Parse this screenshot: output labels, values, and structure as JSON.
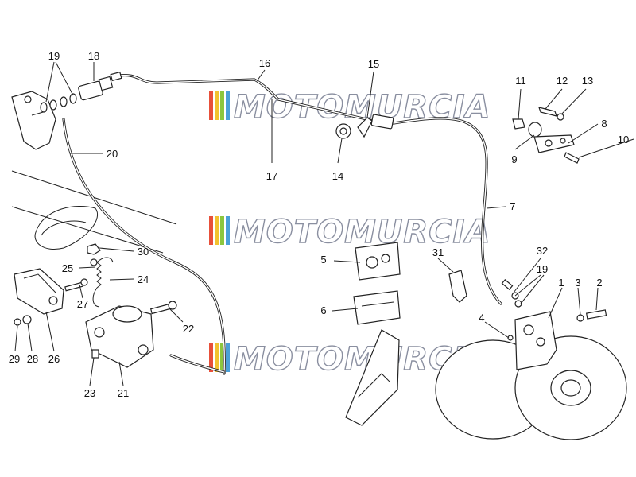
{
  "watermark": {
    "text": "MOTOMURCIA",
    "stripe_colors": [
      "#e8503a",
      "#f2c230",
      "#8cc63e",
      "#4aa0d8"
    ]
  },
  "callouts": [
    {
      "id": "p1",
      "label": "1"
    },
    {
      "id": "p2",
      "label": "2"
    },
    {
      "id": "p3",
      "label": "3"
    },
    {
      "id": "p4",
      "label": "4"
    },
    {
      "id": "p5",
      "label": "5"
    },
    {
      "id": "p6",
      "label": "6"
    },
    {
      "id": "p7",
      "label": "7"
    },
    {
      "id": "p8",
      "label": "8"
    },
    {
      "id": "p9",
      "label": "9"
    },
    {
      "id": "p10",
      "label": "10"
    },
    {
      "id": "p11",
      "label": "11"
    },
    {
      "id": "p12",
      "label": "12"
    },
    {
      "id": "p13",
      "label": "13"
    },
    {
      "id": "p14",
      "label": "14"
    },
    {
      "id": "p15",
      "label": "15"
    },
    {
      "id": "p16",
      "label": "16"
    },
    {
      "id": "p17",
      "label": "17"
    },
    {
      "id": "p18",
      "label": "18"
    },
    {
      "id": "p19a",
      "label": "19"
    },
    {
      "id": "p19b",
      "label": "19"
    },
    {
      "id": "p20",
      "label": "20"
    },
    {
      "id": "p21",
      "label": "21"
    },
    {
      "id": "p22",
      "label": "22"
    },
    {
      "id": "p23",
      "label": "23"
    },
    {
      "id": "p24",
      "label": "24"
    },
    {
      "id": "p25",
      "label": "25"
    },
    {
      "id": "p26",
      "label": "26"
    },
    {
      "id": "p27",
      "label": "27"
    },
    {
      "id": "p28",
      "label": "28"
    },
    {
      "id": "p29",
      "label": "29"
    },
    {
      "id": "p30",
      "label": "30"
    },
    {
      "id": "p31",
      "label": "31"
    },
    {
      "id": "p32",
      "label": "32"
    }
  ]
}
